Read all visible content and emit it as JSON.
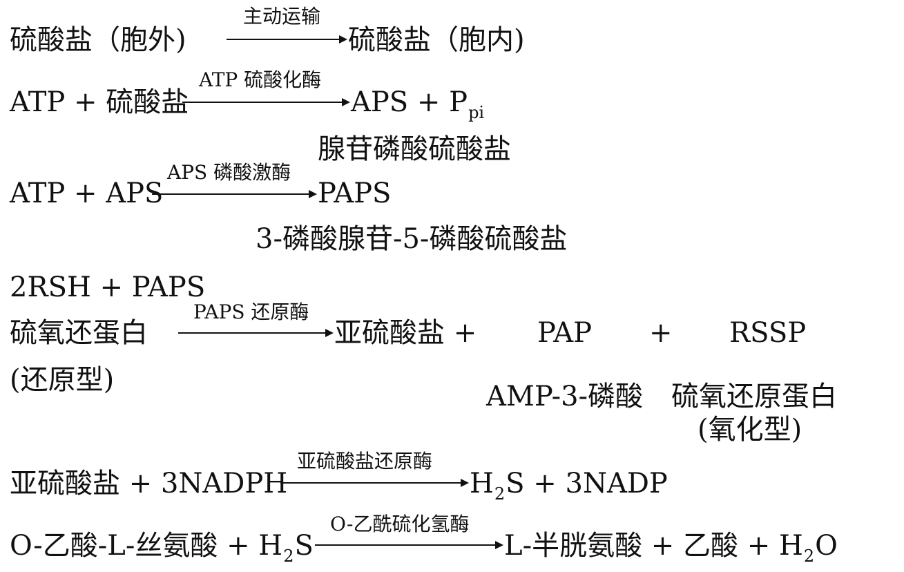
{
  "colors": {
    "text": "#111111",
    "background": "#ffffff"
  },
  "rows": [
    {
      "left": "硫酸盐（胞外)",
      "arrow_label": "主动运输",
      "right": "硫酸盐（胞内)"
    },
    {
      "left": "ATP + 硫酸盐",
      "arrow_label": "ATP 硫酸化酶",
      "right_main": "APS + P",
      "right_sub": "pi",
      "note": "腺苷磷酸硫酸盐"
    },
    {
      "left": "ATP + APS",
      "arrow_label": "APS 磷酸激酶",
      "right": "PAPS",
      "note": "3-磷酸腺苷-5-磷酸硫酸盐"
    },
    {
      "line1": "2RSH + PAPS",
      "left": "硫氧还蛋白",
      "left_paren": "(还原型)",
      "arrow_label": "PAPS 还原酶",
      "right1": "亚硫酸盐 +",
      "right2": "PAP",
      "plus": "+",
      "right3": "RSSP",
      "note1": "AMP-3-磷酸",
      "note2": "硫氧还原蛋白",
      "note2b": "(氧化型)"
    },
    {
      "left": "亚硫酸盐 + 3NADPH",
      "arrow_label": "亚硫酸盐还原酶",
      "right_h": "H",
      "right_h_sub": "2",
      "right_rest": "S + 3NADP"
    },
    {
      "left_a": "O-乙酸-L-丝氨酸 + H",
      "left_sub": "2",
      "left_b": "S",
      "arrow_label": "O-乙酰硫化氢酶",
      "right_a": "L-半胱氨酸 + 乙酸 + H",
      "right_sub": "2",
      "right_b": "O"
    }
  ]
}
